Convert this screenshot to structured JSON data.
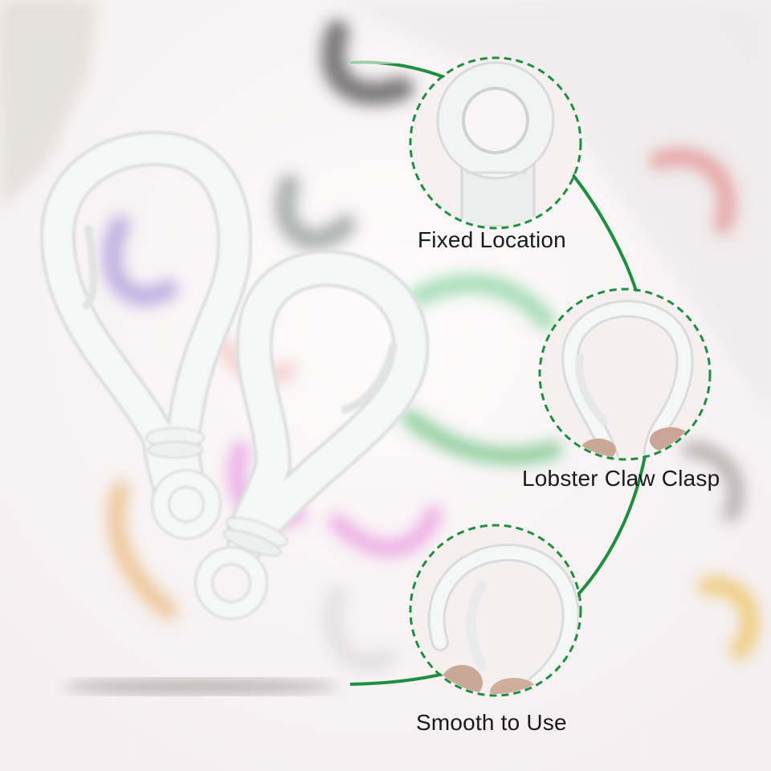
{
  "features": [
    {
      "label": "Fixed Location"
    },
    {
      "label": "Lobster Claw Clasp"
    },
    {
      "label": "Smooth to Use"
    }
  ],
  "colors": {
    "accent_green": "#1e8f3e",
    "hook_white": "#f4f5f5",
    "background": "#fbf7f8"
  }
}
